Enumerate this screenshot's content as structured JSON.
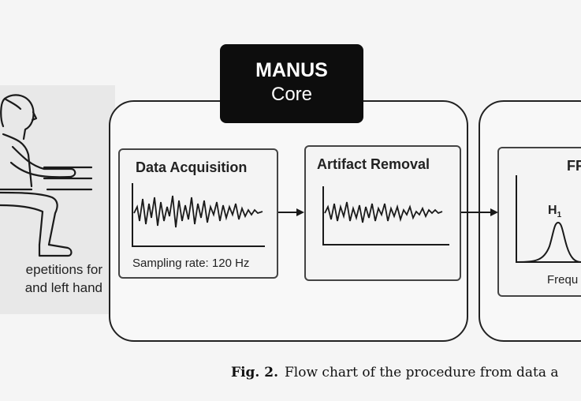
{
  "left": {
    "caption": "epetitions for\n and left hand"
  },
  "core": {
    "title": "MANUS",
    "subtitle": "Core"
  },
  "stages": {
    "acquisition": {
      "title": "Data Acquisition",
      "note": "Sampling rate: 120 Hz"
    },
    "artifact": {
      "title": "Artifact Removal"
    },
    "fft": {
      "title": "FF",
      "peak_label": "H",
      "peak_sub": "1",
      "axis_label": "Frequ"
    }
  },
  "figure_caption": {
    "label": "Fig. 2.",
    "text": "Flow chart of the procedure from data a"
  }
}
